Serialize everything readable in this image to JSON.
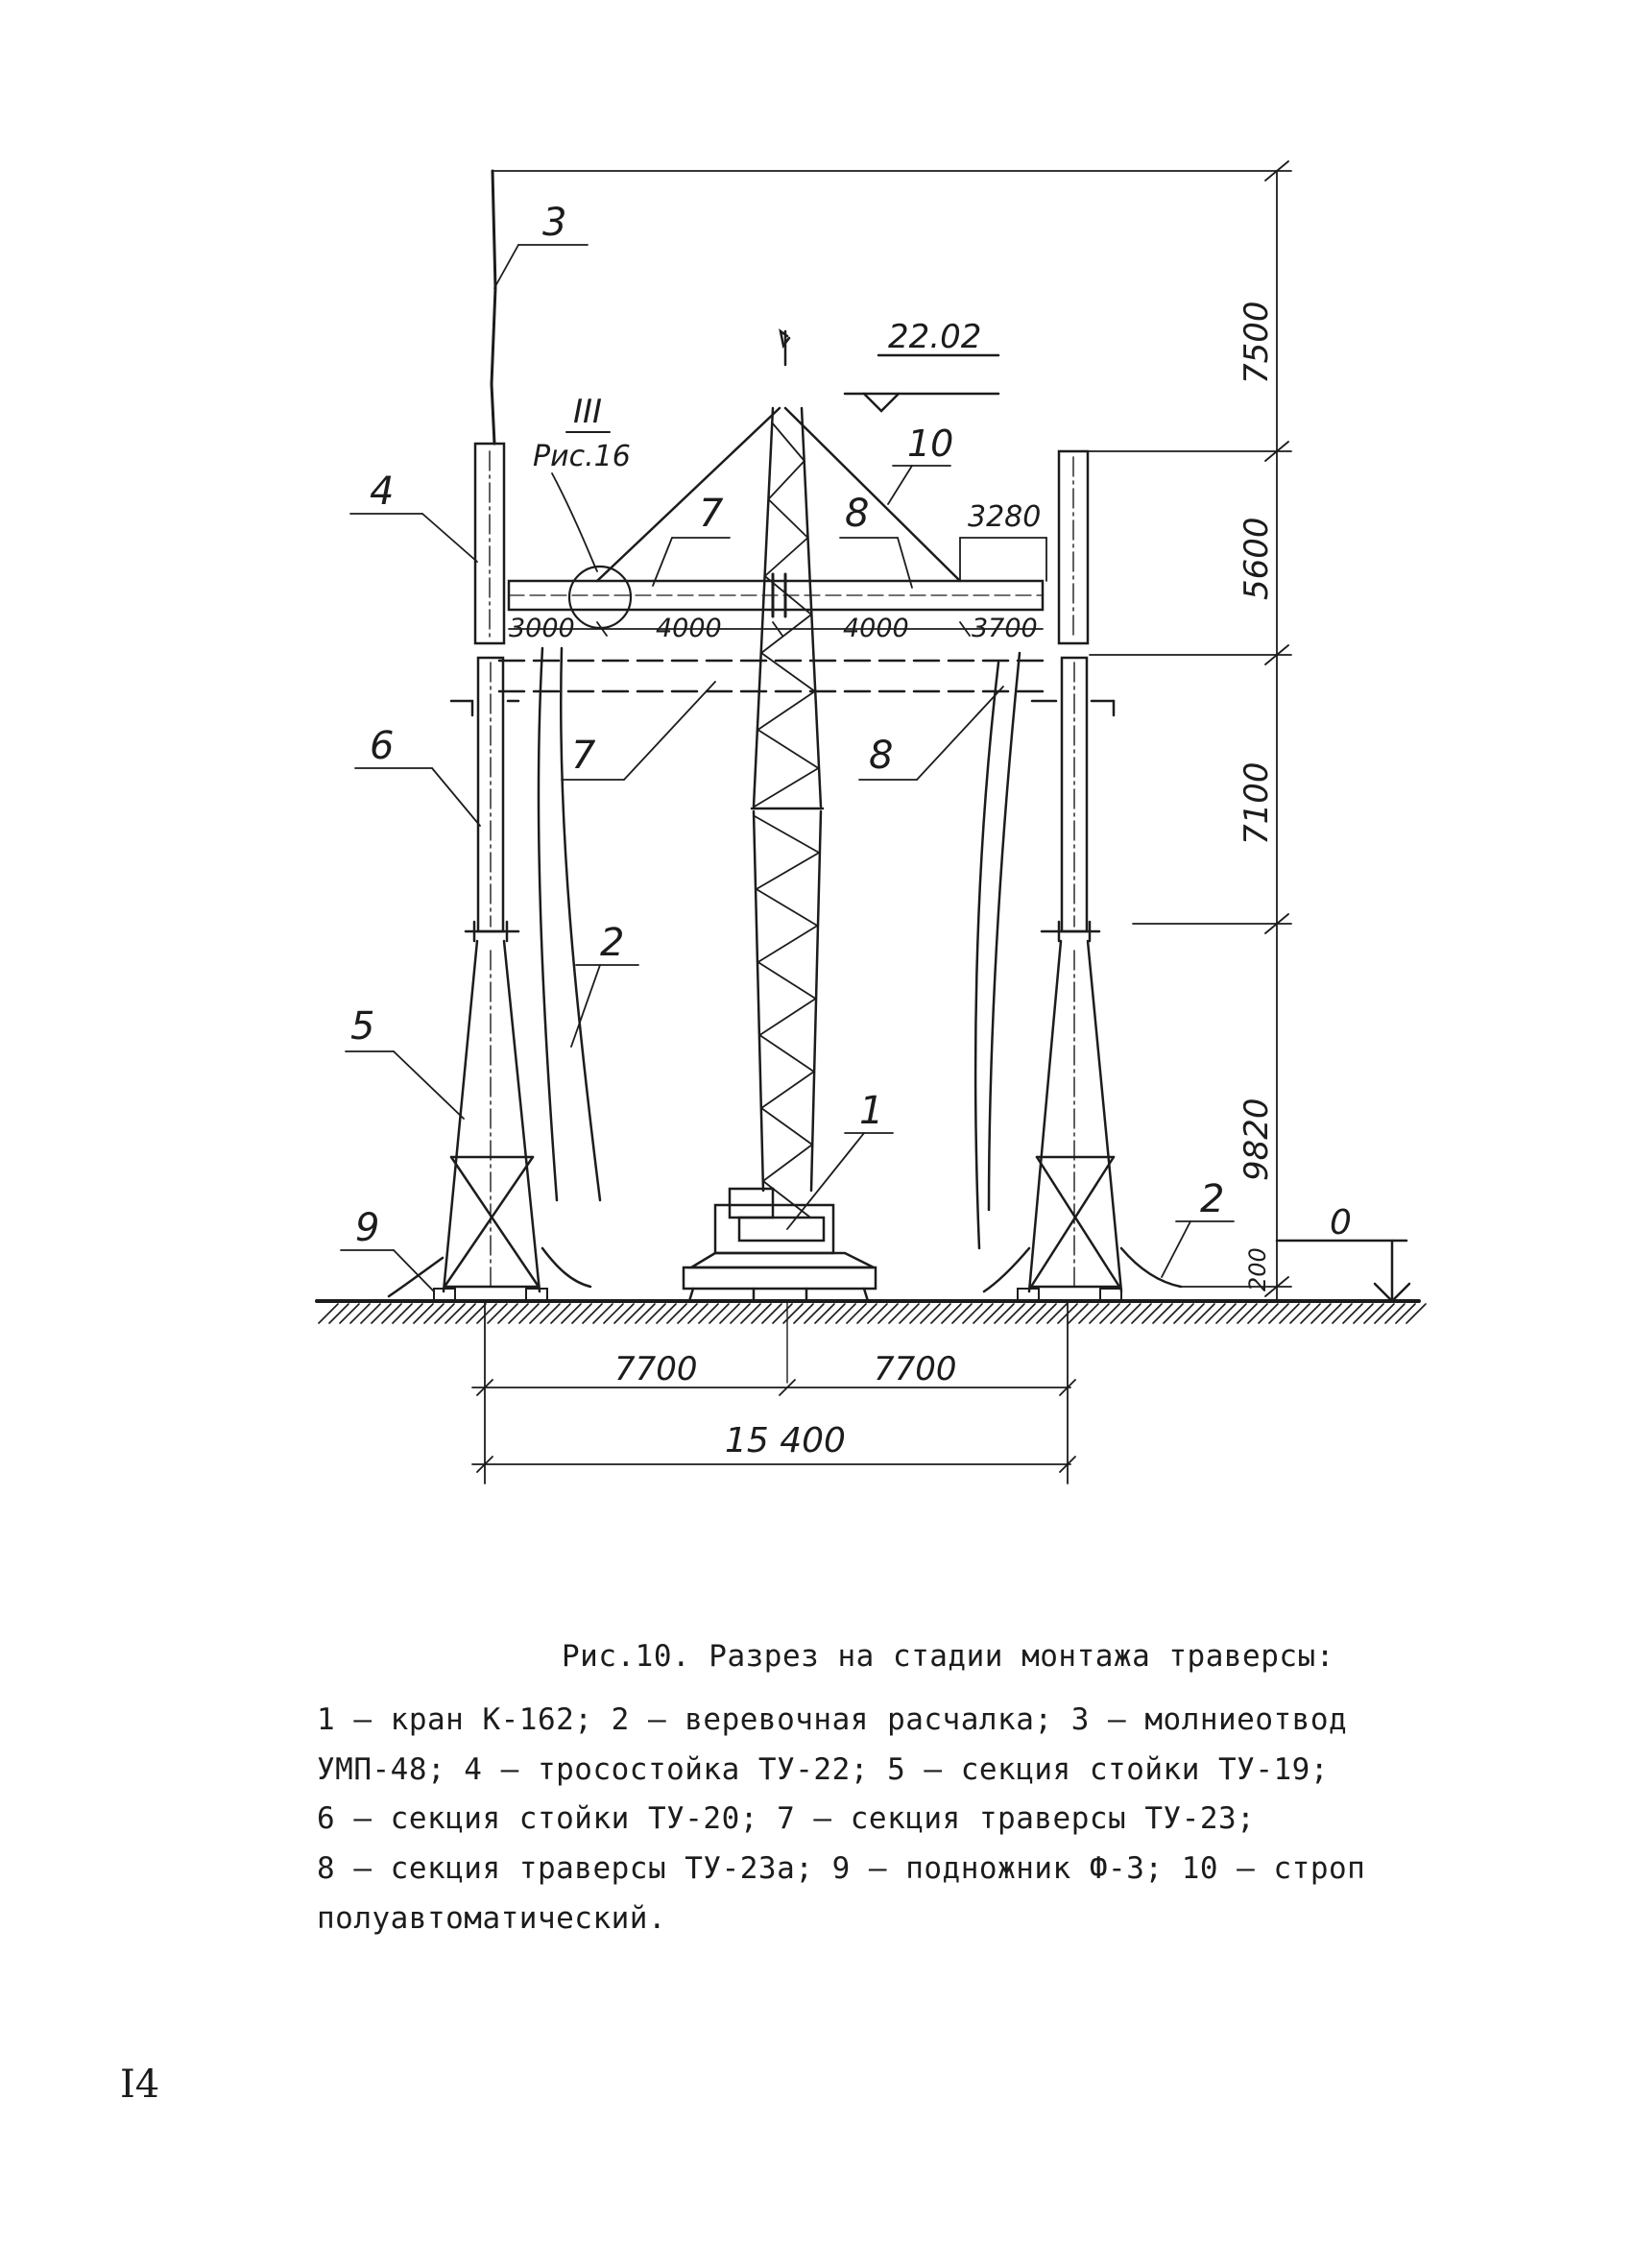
{
  "figure": {
    "ground_level_mark": "0",
    "top_level_mark": "22.02",
    "detail_ref": {
      "number": "III",
      "figure": "Рис.16"
    },
    "dimensions": {
      "beam_span": [
        "3000",
        "4000",
        "4000",
        "3700"
      ],
      "right_offset": "3280",
      "heights": [
        "7500",
        "5600",
        "7100",
        "9820",
        "200"
      ],
      "base_halves": [
        "7700",
        "7700"
      ],
      "base_total": "15 400"
    },
    "callouts": [
      "1",
      "2",
      "2",
      "3",
      "4",
      "5",
      "6",
      "7",
      "7",
      "8",
      "8",
      "9",
      "10"
    ]
  },
  "caption": {
    "title": "Рис.10. Разрез на стадии монтажа траверсы:",
    "lines": [
      "1 – кран К-162;  2 – веревочная расчалка;  3 – молниеотвод",
      "УМП-48;  4 – тросостойка ТУ-22;  5 – секция стойки ТУ-19;",
      "6 – секция стойки ТУ-20;  7 – секция траверсы ТУ-23;",
      "8 – секция траверсы ТУ-23а;  9 – подножник Ф-3;  10 – строп",
      "полуавтоматический."
    ]
  },
  "page_number": "I4"
}
